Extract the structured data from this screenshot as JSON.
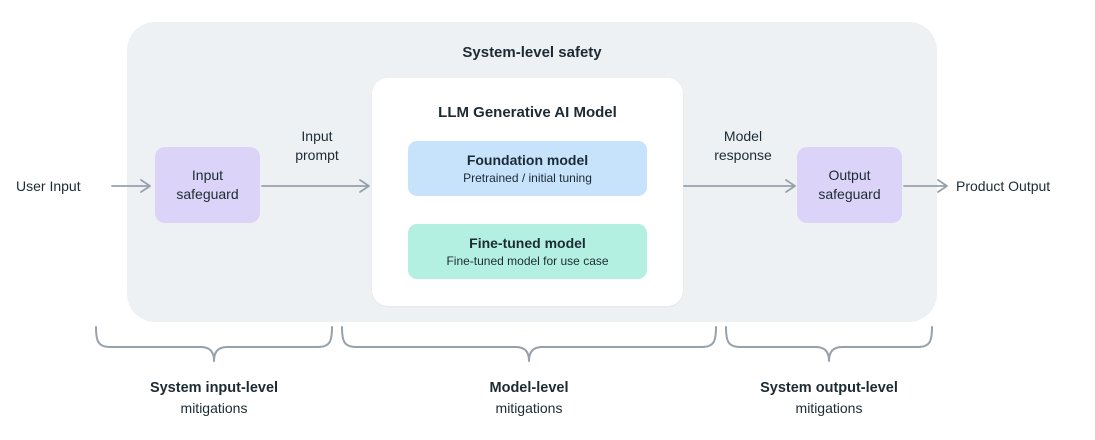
{
  "colors": {
    "panel-bg": "#eef1f4",
    "safeguard-bg": "#dcd3f8",
    "foundation-bg": "#c7e2fb",
    "finetuned-bg": "#b3f0e1",
    "line": "#97a1ac",
    "text": "#1c2b33"
  },
  "diagram": {
    "panel_title": "System-level safety",
    "user_input_label": "User Input",
    "product_output_label": "Product Output",
    "input_safeguard_label": "Input\nsafeguard",
    "output_safeguard_label": "Output\nsafeguard",
    "input_prompt_label": "Input\nprompt",
    "model_response_label": "Model\nresponse",
    "llm_box_title": "LLM Generative AI Model",
    "foundation_model": {
      "title": "Foundation model",
      "subtitle": "Pretrained / initial tuning"
    },
    "finetuned_model": {
      "title": "Fine-tuned model",
      "subtitle": "Fine-tuned model for use case"
    },
    "mitigations": [
      {
        "title": "System input-level",
        "subtitle": "mitigations"
      },
      {
        "title": "Model-level",
        "subtitle": "mitigations"
      },
      {
        "title": "System output-level",
        "subtitle": "mitigations"
      }
    ]
  }
}
